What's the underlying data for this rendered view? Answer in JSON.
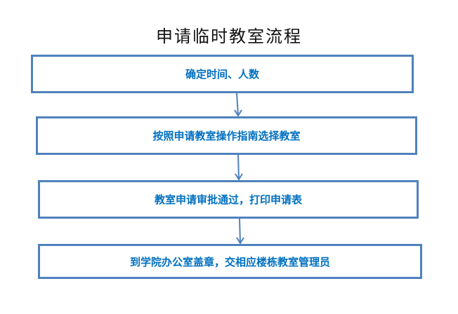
{
  "title": "申请临时教室流程",
  "steps": [
    {
      "label": "确定时间、人数"
    },
    {
      "label": "按照申请教室操作指南选择教室"
    },
    {
      "label": "教室申请审批通过，打印申请表"
    },
    {
      "label": "到学院办公室盖章，交相应楼栋教室管理员"
    }
  ],
  "colors": {
    "border": "#4f81bd",
    "text": "#0070c0"
  }
}
